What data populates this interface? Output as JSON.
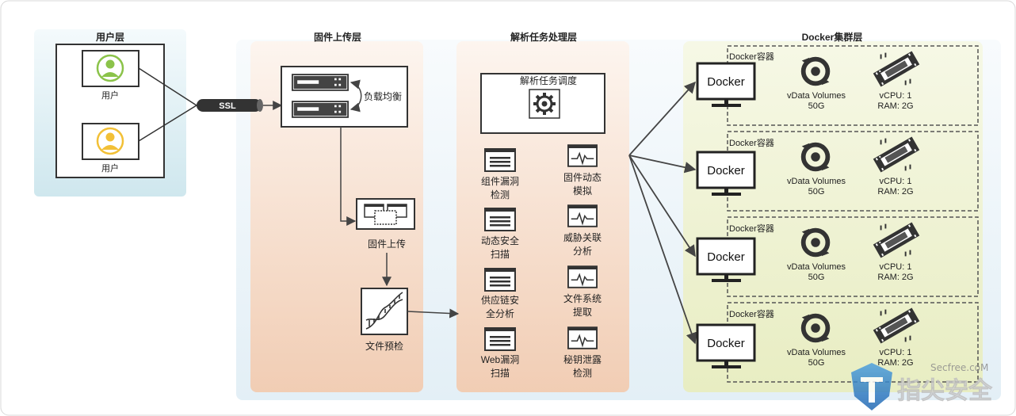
{
  "layers": {
    "user": "用户层",
    "upload": "固件上传层",
    "analysis": "解析任务处理层",
    "docker": "Docker集群层"
  },
  "user_layer": {
    "users": [
      "用户",
      "用户"
    ],
    "ssl": "SSL"
  },
  "upload_layer": {
    "load_balance": "负载均衡",
    "firmware_upload": "固件上传",
    "file_precheck": "文件预检"
  },
  "analysis_layer": {
    "scheduler": "解析任务调度",
    "tasks_left": [
      [
        "组件漏洞",
        "检测"
      ],
      [
        "动态安全",
        "扫描"
      ],
      [
        "供应链安",
        "全分析"
      ],
      [
        "Web漏洞",
        "扫描"
      ]
    ],
    "tasks_right": [
      [
        "固件动态",
        "模拟"
      ],
      [
        "威胁关联",
        "分析"
      ],
      [
        "文件系统",
        "提取"
      ],
      [
        "秘钥泄露",
        "检测"
      ]
    ]
  },
  "docker_layer": {
    "containers": [
      {
        "title": "Docker容器",
        "node": "Docker",
        "volume": [
          "vData Volumes",
          "50G"
        ],
        "spec": [
          "vCPU: 1",
          "RAM: 2G"
        ]
      },
      {
        "title": "Docker容器",
        "node": "Docker",
        "volume": [
          "vData Volumes",
          "50G"
        ],
        "spec": [
          "vCPU: 1",
          "RAM: 2G"
        ]
      },
      {
        "title": "Docker容器",
        "node": "Docker",
        "volume": [
          "vData Volumes",
          "50G"
        ],
        "spec": [
          "vCPU: 1",
          "RAM: 2G"
        ]
      },
      {
        "title": "Docker容器",
        "node": "Docker",
        "volume": [
          "vData Volumes",
          "50G"
        ],
        "spec": [
          "vCPU: 1",
          "RAM: 2G"
        ]
      }
    ]
  },
  "watermark": {
    "site": "Secfree.coM",
    "brand": "指尖安全"
  },
  "colors": {
    "user_bg": "#dbeef3",
    "upload_bg": "#f5d9c6",
    "analysis_bg": "#f5d9c6",
    "docker_bg": "#eef2cf",
    "user_icon_green": "#8bc34a",
    "user_icon_yellow": "#f2c037",
    "dark": "#333333"
  }
}
